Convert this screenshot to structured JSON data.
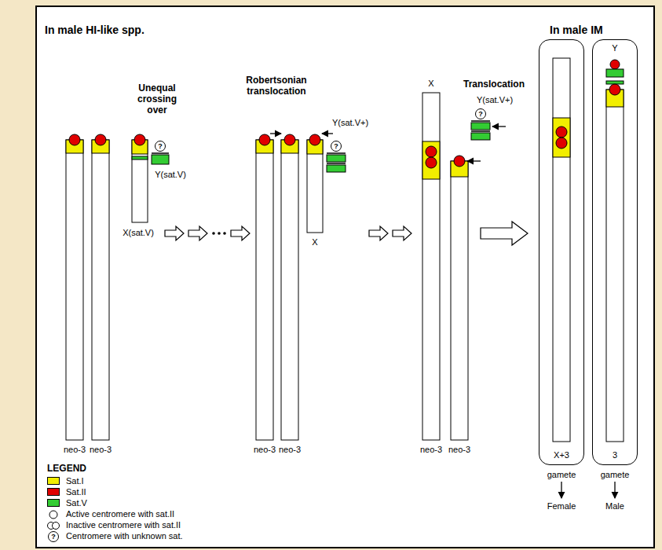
{
  "diagram": {
    "nodes": [
      {
        "text": [
          "X+3"
        ]
      },
      {
        "text": [
          "Y",
          "3"
        ]
      }
    ],
    "labels": [
      "In male HI-like spp.",
      "In male IM",
      "Unequal crossing over",
      "Y(sat.V)",
      "X(sat.V)",
      "neo-3",
      "neo-3",
      "Robertsonian translocation",
      "Y(sat.V+)",
      "X",
      "neo-3",
      "neo-3",
      "X",
      "Translocation",
      "Y(sat.V+)",
      "neo-3",
      "neo-3",
      "gamete",
      "gamete",
      "Female",
      "Male",
      "LEGEND",
      "?",
      "?",
      "?",
      "?"
    ],
    "legend": [
      {
        "text": "Sat.I",
        "color": "#f2ee00"
      },
      {
        "text": "Sat.II",
        "color": "#e00000"
      },
      {
        "text": "Sat.V",
        "color": "#33cc33"
      },
      {
        "text": "Active centromere with sat.II"
      },
      {
        "text": "Inactive centromere with sat.II"
      },
      {
        "text": "Centromere with unknown sat."
      }
    ]
  }
}
